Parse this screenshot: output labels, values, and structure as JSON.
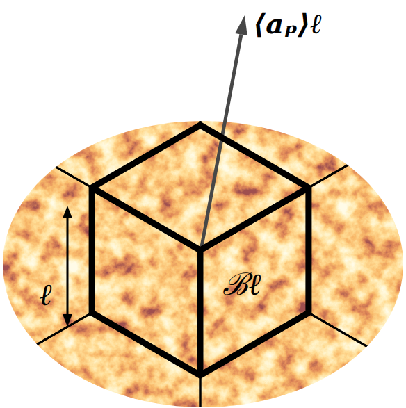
{
  "diagram": {
    "nodes": [
      {
        "text": [
          "ℬℓ"
        ]
      }
    ],
    "labels": [
      "⟨aₚ⟩ℓ",
      "ℓ"
    ]
  }
}
